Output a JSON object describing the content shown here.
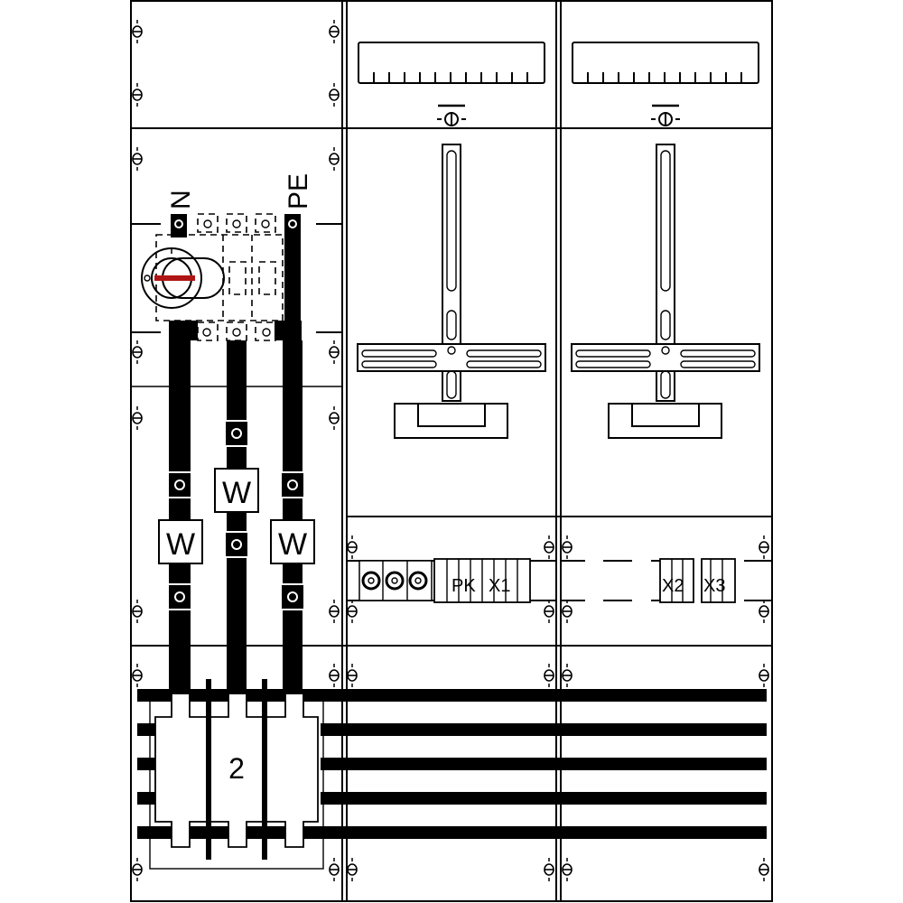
{
  "diagram": {
    "type": "switchboard-cabinet-layout",
    "colors": {
      "line": "#000000",
      "background": "#ffffff",
      "switch_handle": "#b01515"
    },
    "columns": [
      {
        "id": "left",
        "content": "main switch with N/PE busbars and feeders"
      },
      {
        "id": "meter-1",
        "content": "meter mounting field"
      },
      {
        "id": "meter-2",
        "content": "meter mounting field"
      }
    ],
    "labels": {
      "neutral": "N",
      "protective_earth": "PE",
      "feeder_left": "W",
      "feeder_middle": "W",
      "feeder_right": "W",
      "busbar_block": "2",
      "terminal_pk": "PK",
      "terminal_x1": "X1",
      "terminal_x2": "X2",
      "terminal_x3": "X3"
    },
    "busbars": {
      "count": 5
    },
    "meter_scale_ticks": 11
  }
}
